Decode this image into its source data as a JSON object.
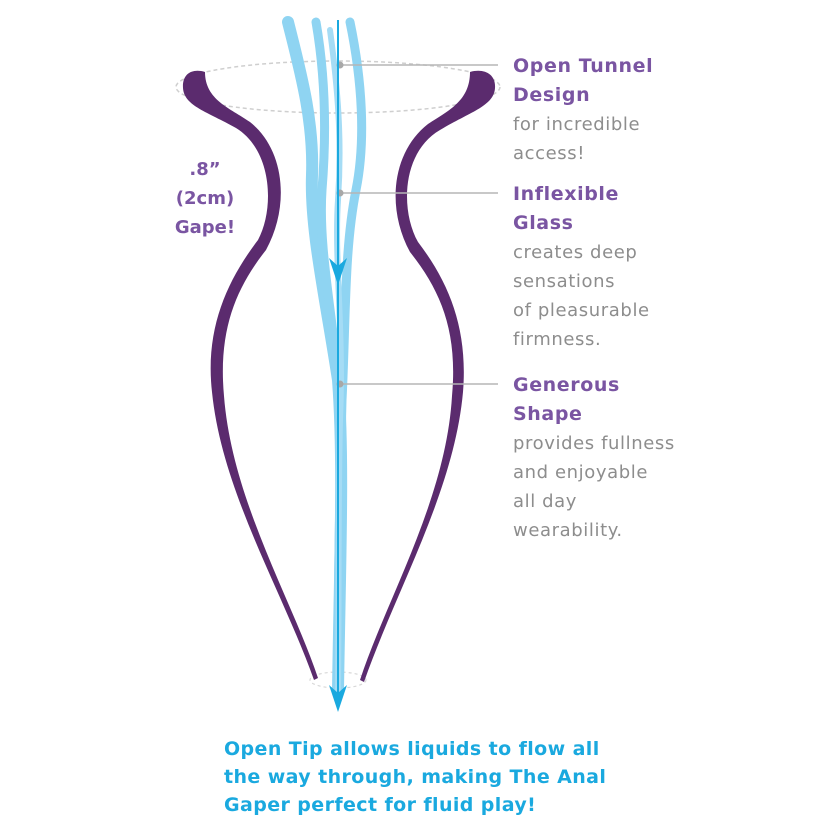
{
  "colors": {
    "body": "#5b2b6e",
    "flow_light": "#8fd4f2",
    "flow_dark": "#1aa9df",
    "title_text": "#7a55a2",
    "body_text": "#8d8d8d",
    "caption_text": "#1aa9df",
    "leader_line": "#b5b5b5"
  },
  "gape_label": ".8”\n(2cm)\nGape!",
  "callouts": [
    {
      "title": "Open Tunnel\nDesign",
      "desc": "for incredible\naccess!"
    },
    {
      "title": "Inflexible\nGlass",
      "desc": "creates deep\nsensations\nof pleasurable\nfirmness."
    },
    {
      "title": "Generous\nShape",
      "desc": "provides fullness\nand enjoyable\nall day\nwearability."
    }
  ],
  "caption": "Open Tip allows liquids to flow all\nthe way through, making The Anal\nGaper perfect for fluid play!"
}
